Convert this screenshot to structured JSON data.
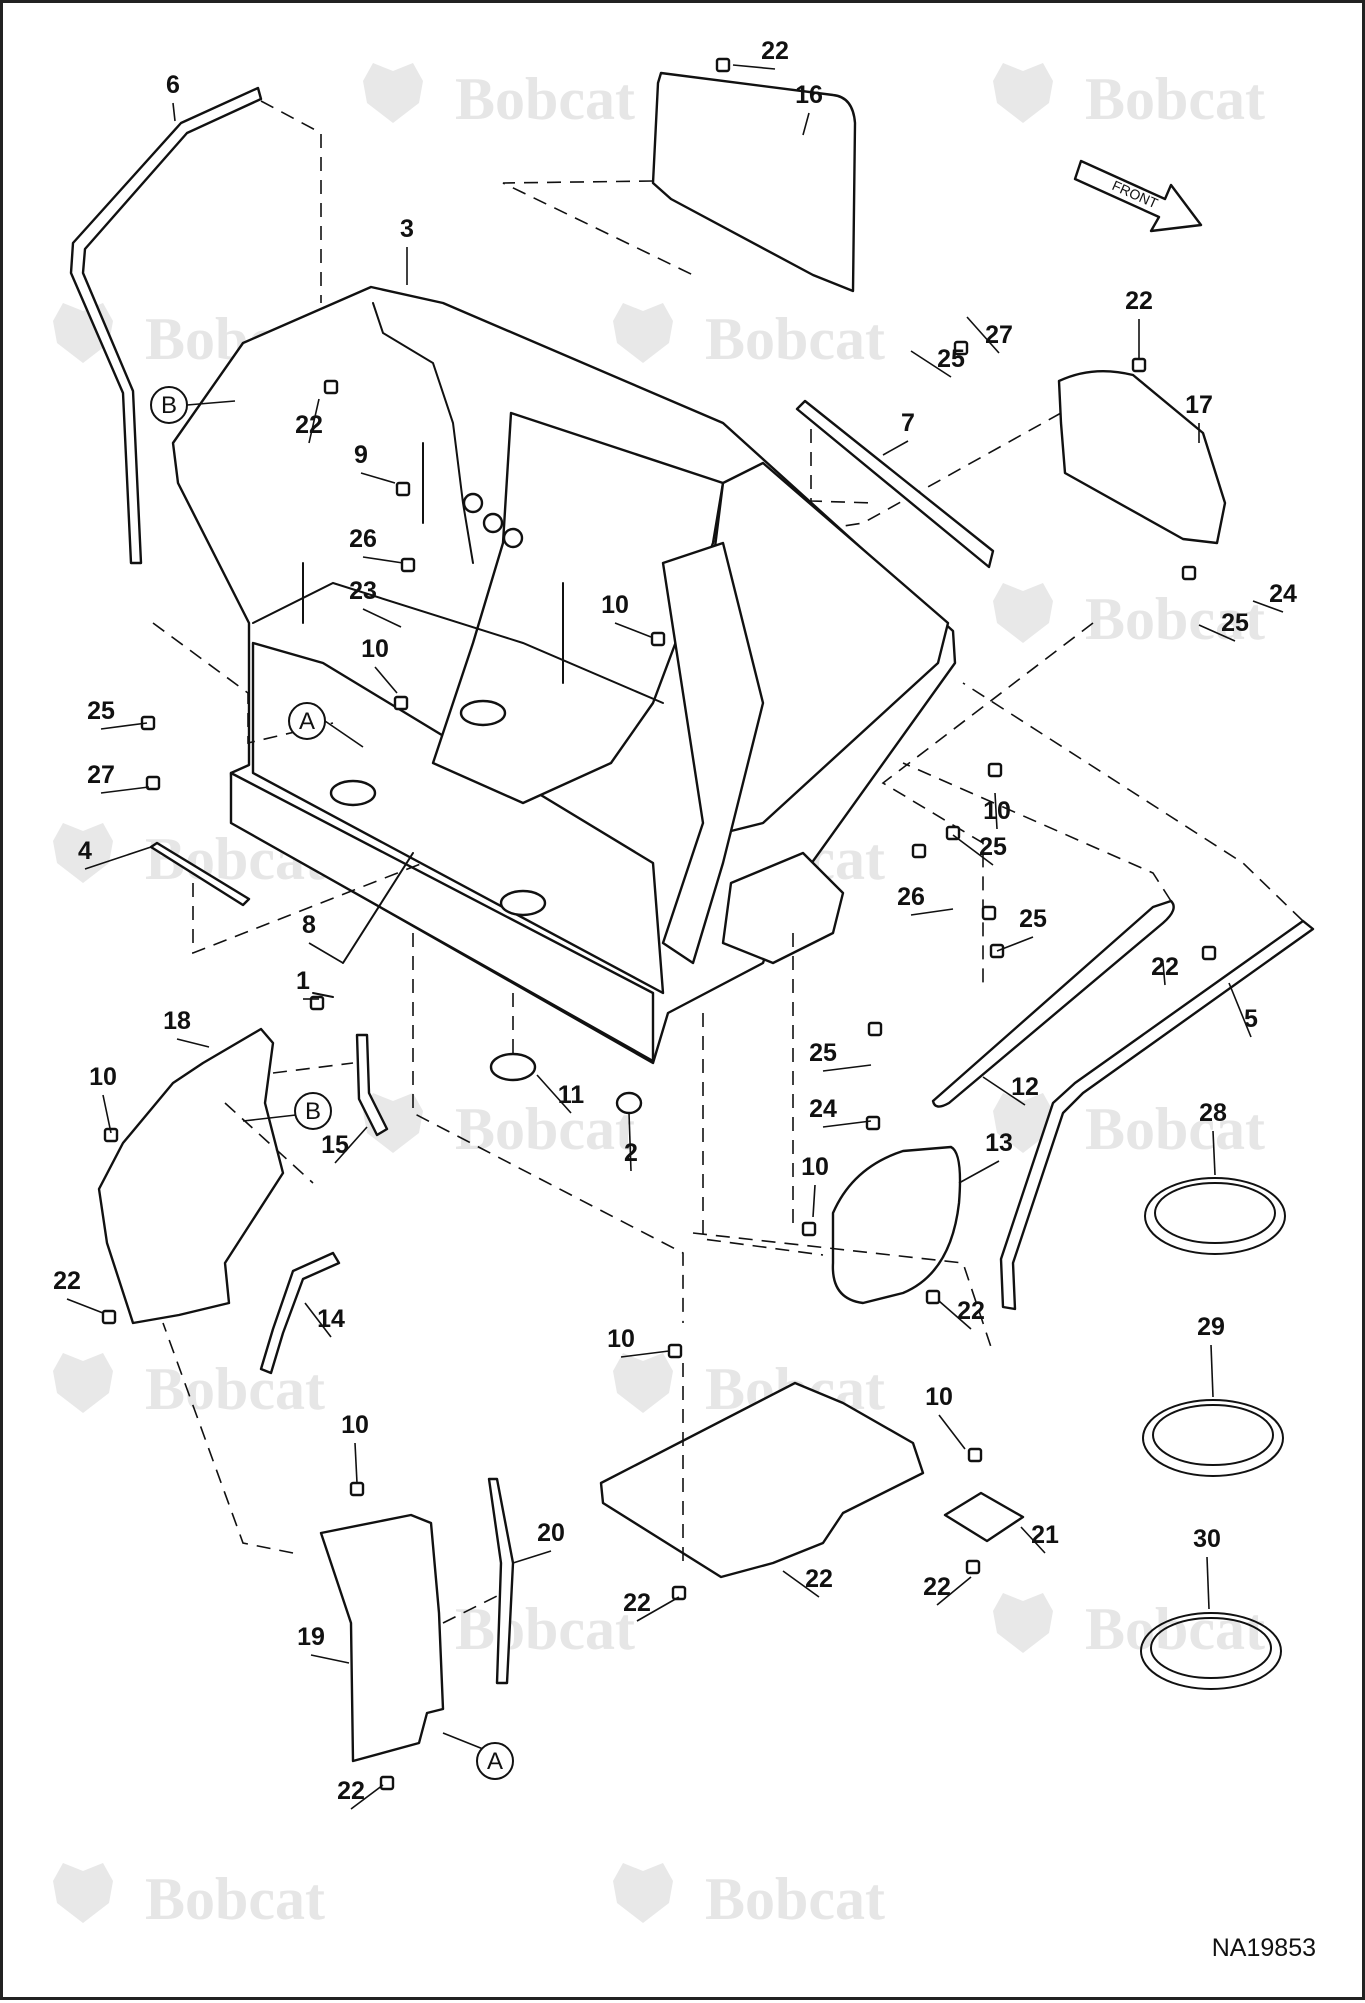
{
  "brand_watermark": "Bobcat",
  "front_arrow_label": "FRONT",
  "drawing_number": "NA19853",
  "reference_markers": [
    "A",
    "B"
  ],
  "part_callouts": [
    "1",
    "2",
    "3",
    "4",
    "5",
    "6",
    "7",
    "8",
    "9",
    "10",
    "11",
    "12",
    "13",
    "14",
    "15",
    "16",
    "17",
    "18",
    "19",
    "20",
    "21",
    "22",
    "23",
    "24",
    "25",
    "26",
    "27",
    "28",
    "29",
    "30"
  ]
}
